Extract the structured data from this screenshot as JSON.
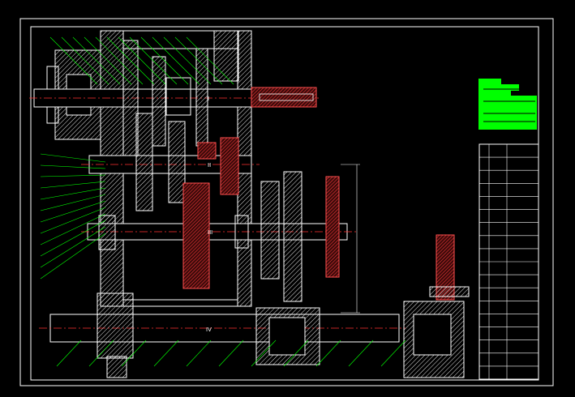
{
  "drawing": {
    "background": "#000000",
    "frame_color": "#ffffff",
    "part_color": "#ffffff",
    "leader_color": "#00ff00",
    "section_color": "#ff3030",
    "center_line_color": "#ff3030",
    "title_block_fill": "#00ff00",
    "shaft_labels": [
      "I",
      "II",
      "III",
      "IV"
    ]
  },
  "parts_list": {
    "rows": 18,
    "columns": 3
  }
}
